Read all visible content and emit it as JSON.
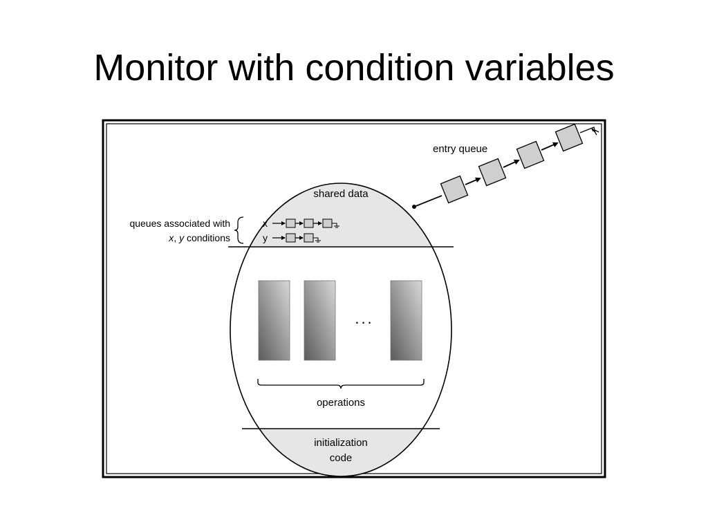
{
  "slide": {
    "title": "Monitor with condition variables"
  },
  "diagram": {
    "shared_data_label": "shared data",
    "entry_queue_label": "entry queue",
    "condition_queues_label_line1": "queues associated with",
    "condition_queues_label_x": "x",
    "condition_queues_label_sep": ", ",
    "condition_queues_label_y": "y",
    "condition_queues_label_line2_tail": " conditions",
    "condition_x_name": "x",
    "condition_y_name": "y",
    "ellipsis": "...",
    "operations_label": "operations",
    "init_code_line1": "initialization",
    "init_code_line2": "code",
    "colors": {
      "region_fill": "#e6e6e6",
      "queue_box_fill": "#cfcfcf",
      "operation_dark": "#5a5a5a",
      "operation_light": "#d8d8d8",
      "outline": "#000000"
    }
  }
}
